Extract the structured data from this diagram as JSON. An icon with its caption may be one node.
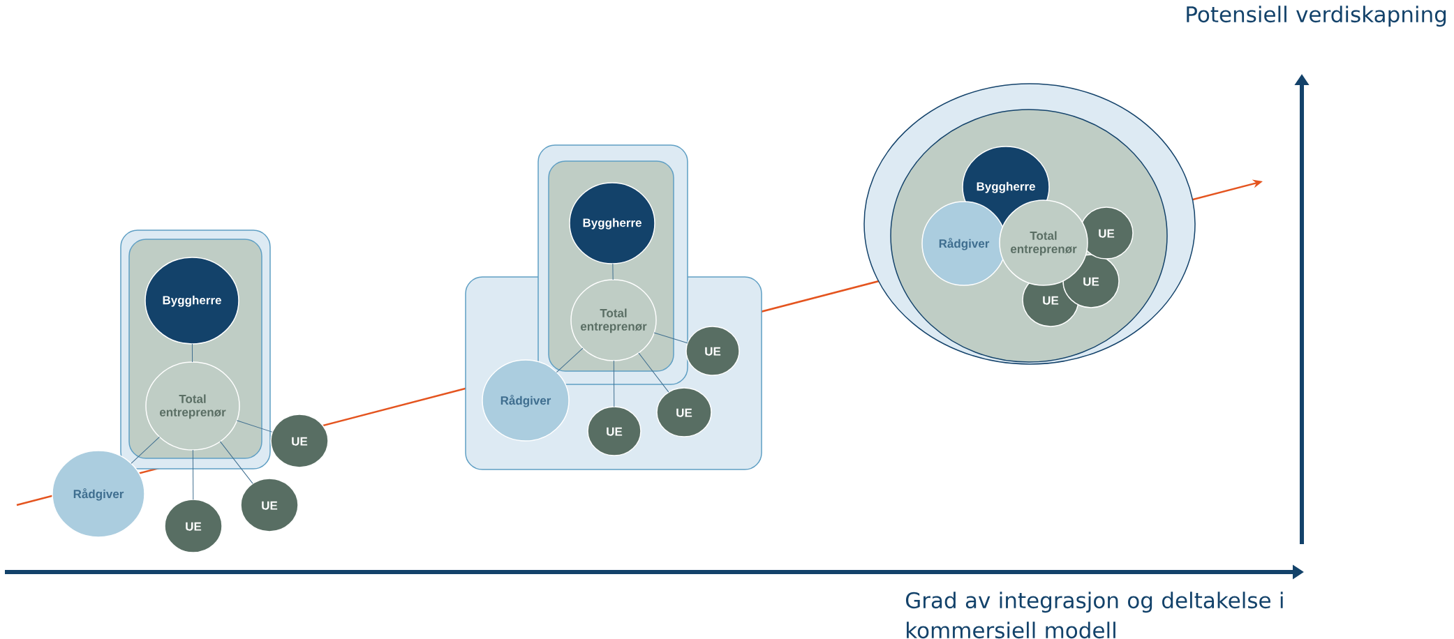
{
  "diagram": {
    "nodes": [
      {
        "text": [],
        "shape": "box"
      },
      {
        "text": [],
        "shape": "box",
        "in": 0
      },
      {
        "text": [
          "Byggherre"
        ],
        "in": 1
      },
      {
        "text": [
          "Total entreprenør"
        ],
        "in": 1
      },
      {
        "text": [
          "Rådgiver"
        ]
      },
      {
        "text": [
          "UE"
        ]
      },
      {
        "text": [
          "UE"
        ]
      },
      {
        "text": [
          "UE"
        ]
      },
      {
        "text": [],
        "shape": "box"
      },
      {
        "text": [],
        "shape": "box",
        "in": 8
      },
      {
        "text": [
          "Byggherre"
        ],
        "in": 9
      },
      {
        "text": [
          "Total entreprenør"
        ]
      },
      {
        "text": [],
        "shape": "box"
      },
      {
        "text": [
          "Rådgiver"
        ],
        "in": 12
      },
      {
        "text": [
          "UE"
        ],
        "in": 12
      },
      {
        "text": [
          "UE"
        ],
        "in": 12
      },
      {
        "text": [
          "UE"
        ],
        "in": 12
      },
      {
        "text": [],
        "shape": "circle"
      },
      {
        "text": [],
        "shape": "circle",
        "in": 17
      },
      {
        "text": [
          "Byggherre"
        ],
        "in": 18
      },
      {
        "text": [
          "Rådgiver"
        ],
        "in": 18
      },
      {
        "text": [
          "Total entreprenør"
        ],
        "in": 18
      },
      {
        "text": [
          "UE"
        ],
        "in": 18
      },
      {
        "text": [
          "UE"
        ],
        "in": 18
      },
      {
        "text": [
          "UE"
        ],
        "in": 18
      }
    ],
    "edges": [
      {
        "from": 2,
        "to": 3,
        "arrow": "none"
      },
      {
        "from": 3,
        "to": 4,
        "arrow": "none"
      },
      {
        "from": 3,
        "to": 5,
        "arrow": "none"
      },
      {
        "from": 3,
        "to": 6,
        "arrow": "none"
      },
      {
        "from": 3,
        "to": 7,
        "arrow": "none"
      },
      {
        "from": 10,
        "to": 11,
        "arrow": "none"
      },
      {
        "from": 11,
        "to": 13,
        "arrow": "none"
      },
      {
        "from": 11,
        "to": 14,
        "arrow": "none"
      },
      {
        "from": 11,
        "to": 15,
        "arrow": "none"
      },
      {
        "from": 11,
        "to": 16,
        "arrow": "none"
      }
    ],
    "labels": [
      "Potensiell verdiskapning",
      "Grad av integrasjon og deltakelse i kommersiell modell"
    ]
  }
}
